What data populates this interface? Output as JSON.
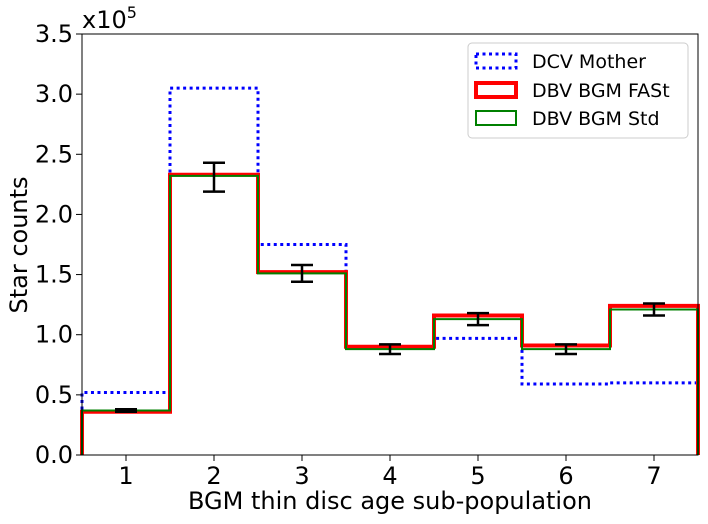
{
  "chart_data": {
    "type": "histogram",
    "xlabel": "BGM thin disc age sub-population",
    "ylabel": "Star counts",
    "offset_label_base": "x10",
    "offset_label_exp": "5",
    "x_ticks": [
      "1",
      "2",
      "3",
      "4",
      "5",
      "6",
      "7"
    ],
    "y_ticks": [
      "0.0",
      "0.5",
      "1.0",
      "1.5",
      "2.0",
      "2.5",
      "3.0",
      "3.5"
    ],
    "xlim": [
      0.5,
      7.5
    ],
    "ylim": [
      0,
      3.5
    ],
    "y_unit_multiplier": 100000,
    "categories": [
      1,
      2,
      3,
      4,
      5,
      6,
      7
    ],
    "series": [
      {
        "name": "DCV Mother",
        "values": [
          0.52,
          3.05,
          1.75,
          0.9,
          0.97,
          0.59,
          0.6
        ],
        "color": "#0000ff",
        "style": "dotted"
      },
      {
        "name": "DBV BGM FASt",
        "values": [
          0.36,
          2.33,
          1.52,
          0.9,
          1.16,
          0.91,
          1.24
        ],
        "color": "#ff0000",
        "style": "thick"
      },
      {
        "name": "DBV BGM Std",
        "values": [
          0.37,
          2.32,
          1.51,
          0.88,
          1.13,
          0.88,
          1.21
        ],
        "color": "#008000",
        "style": "solid"
      }
    ],
    "error_bars": [
      {
        "x": 1,
        "y": 0.37,
        "err": 0.01
      },
      {
        "x": 2,
        "y": 2.31,
        "err": 0.12
      },
      {
        "x": 3,
        "y": 1.51,
        "err": 0.07
      },
      {
        "x": 4,
        "y": 0.88,
        "err": 0.04
      },
      {
        "x": 5,
        "y": 1.13,
        "err": 0.05
      },
      {
        "x": 6,
        "y": 0.88,
        "err": 0.04
      },
      {
        "x": 7,
        "y": 1.21,
        "err": 0.05
      }
    ],
    "legend_position": "top-right",
    "grid": false
  }
}
